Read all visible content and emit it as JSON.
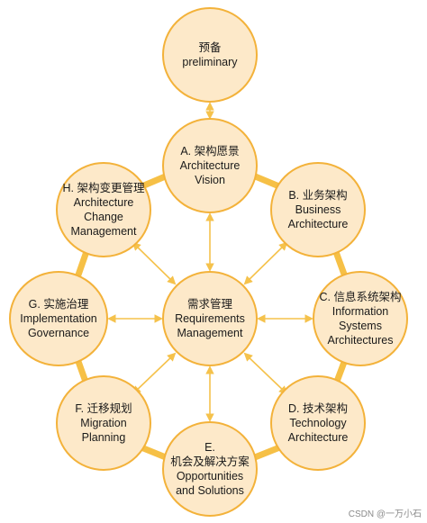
{
  "colors": {
    "node_fill": "#fde9c9",
    "node_border": "#f3b23a",
    "ring": "#f6c046",
    "arrow": "#f5c24c",
    "text": "#1a1a1a"
  },
  "nodes": {
    "preliminary": {
      "lines": [
        "预备",
        "preliminary"
      ]
    },
    "vision": {
      "lines": [
        "A. 架构愿景",
        "Architecture",
        "Vision"
      ]
    },
    "business": {
      "lines": [
        "B. 业务架构",
        "Business",
        "Architecture"
      ]
    },
    "info_systems": {
      "lines": [
        "C. 信息系统架构",
        "Information",
        "Systems",
        "Architectures"
      ]
    },
    "technology": {
      "lines": [
        "D. 技术架构",
        "Technology",
        "Architecture"
      ]
    },
    "opportunities": {
      "lines": [
        "E.",
        "机会及解决方案",
        "Opportunities",
        "and Solutions"
      ]
    },
    "migration": {
      "lines": [
        "F. 迁移规划",
        "Migration",
        "Planning"
      ]
    },
    "governance": {
      "lines": [
        "G. 实施治理",
        "Implementation",
        "Governance"
      ]
    },
    "change": {
      "lines": [
        "H. 架构变更管理",
        "Architecture",
        "Change",
        "Management"
      ]
    },
    "requirements": {
      "lines": [
        "需求管理",
        "Requirements",
        "Management"
      ]
    }
  },
  "watermark": "CSDN @一万小石"
}
